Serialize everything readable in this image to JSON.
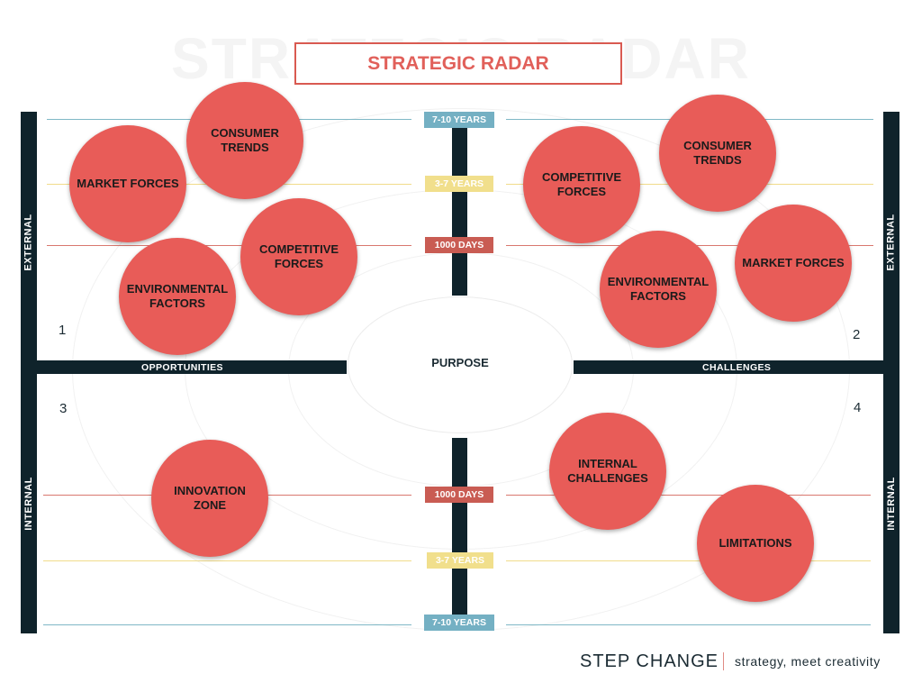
{
  "title": "STRATEGIC RADAR",
  "watermark": "STRATEGIC RADAR",
  "center": "PURPOSE",
  "axes": {
    "external": "EXTERNAL",
    "internal": "INTERNAL",
    "opportunities": "OPPORTUNITIES",
    "challenges": "CHALLENGES"
  },
  "horizons": {
    "long": "7-10 YEARS",
    "mid": "3-7 YEARS",
    "short": "1000 DAYS"
  },
  "quadrant_numbers": [
    "1",
    "2",
    "3",
    "4"
  ],
  "quadrants": {
    "q1": [
      "CONSUMER TRENDS",
      "MARKET FORCES",
      "COMPETITIVE FORCES",
      "ENVIRONMENTAL FACTORS"
    ],
    "q2": [
      "CONSUMER TRENDS",
      "COMPETITIVE FORCES",
      "ENVIRONMENTAL FACTORS",
      "MARKET FORCES"
    ],
    "q3": [
      "INNOVATION ZONE"
    ],
    "q4": [
      "INTERNAL CHALLENGES",
      "LIMITATIONS"
    ]
  },
  "footer": {
    "brand": "STEP CHANGE",
    "tagline": "strategy, meet creativity"
  },
  "colors": {
    "circle": "#e85c58",
    "navy": "#0f232b",
    "teal": "#74b0c3",
    "yellow": "#f1df8c",
    "red": "#c95c53"
  }
}
